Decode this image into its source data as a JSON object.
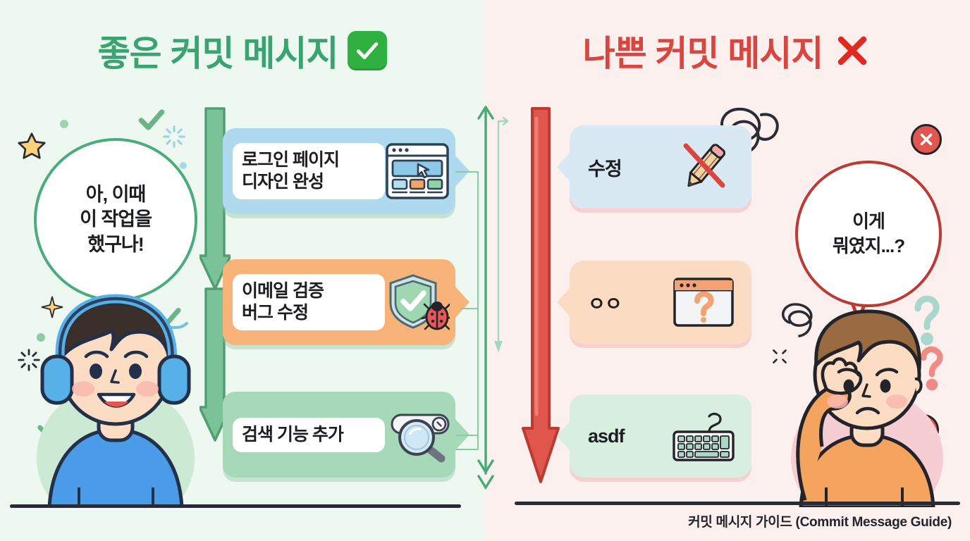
{
  "titles": {
    "left": "좋은 커밋 메시지",
    "left_icon": "green-check-badge-icon",
    "right": "나쁜 커밋 메시지",
    "right_icon": "red-x-mark-icon"
  },
  "colors": {
    "bg_left": "#ecf8f0",
    "bg_right": "#fbf0ee",
    "title_left": "#3aa372",
    "title_right": "#d9453f",
    "arrow_green": "#6fba8d",
    "arrow_red": "#da4a42",
    "card1": "#aed9ef",
    "card2": "#f8b379",
    "card3": "#a6d9b8",
    "bad_card1": "#d8e9f3",
    "bad_card2": "#fbdcc3",
    "bad_card3": "#d7eee0"
  },
  "good_side": {
    "bubble": "아, 이때\n이 작업을\n했구나!",
    "character": "happy-developer-with-headphones",
    "arrow": "green-down-arrow",
    "cards": [
      {
        "text": "로그인 페이지\n디자인 완성",
        "icon": "browser-design-mockup-icon",
        "color": "#aed9ef"
      },
      {
        "text": "이메일 검증\n버그 수정",
        "icon": "shield-check-bug-icon",
        "color": "#f8b379"
      },
      {
        "text": "검색 기능 추가",
        "icon": "search-magnifier-icon",
        "color": "#a6d9b8"
      }
    ]
  },
  "bad_side": {
    "bubble": "이게\n뭐였지...?",
    "character": "confused-developer-scratching-head",
    "arrow": "red-down-arrow",
    "cards": [
      {
        "text": "수정",
        "icon": "crossed-out-pencil-icon",
        "color": "#d8e9f3"
      },
      {
        "text": "ㅇㅇ",
        "icon": "question-mark-window-icon",
        "color": "#fbdcc3"
      },
      {
        "text": "asdf",
        "icon": "keyboard-icon",
        "color": "#d7eee0"
      }
    ]
  },
  "footer": {
    "caption": "커밋 메시지 가이드 (Commit Message Guide)"
  }
}
